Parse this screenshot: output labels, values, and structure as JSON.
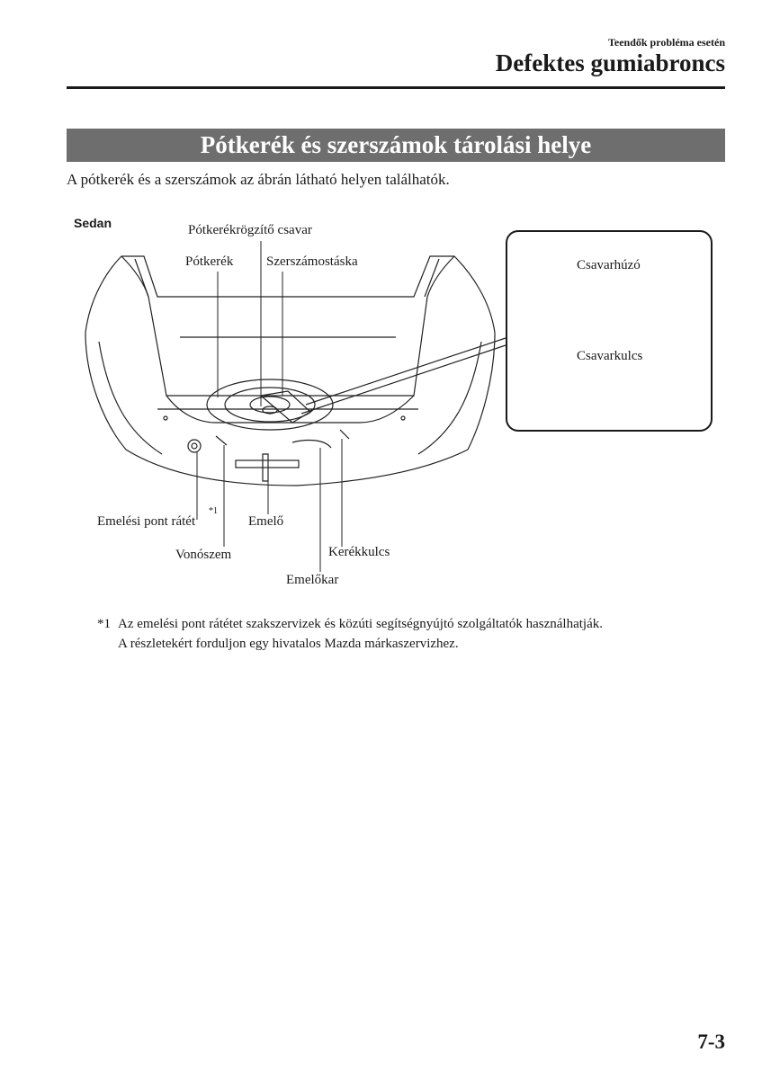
{
  "header": {
    "chapter": "Teendők probléma esetén",
    "title": "Defektes gumiabroncs"
  },
  "section": {
    "heading": "Pótkerék és szerszámok tárolási helye",
    "intro": "A pótkerék és a szerszámok az ábrán látható helyen találhatók."
  },
  "figure": {
    "label": "Sedan",
    "callouts": {
      "spare_bolt": "Pótkerékrögzítő csavar",
      "spare_tire": "Pótkerék",
      "tool_bag": "Szerszámostáska",
      "jack_pad": "Emelési pont rátét",
      "jack": "Emelő",
      "tow_hook": "Vonószem",
      "lug_wrench": "Kerékkulcs",
      "jack_handle": "Emelőkar"
    },
    "jack_pad_mark": "*1",
    "inset": {
      "screwdriver": "Csavarhúzó",
      "wrench": "Csavarkulcs"
    }
  },
  "footnote": {
    "mark": "*1",
    "line1": "Az emelési pont rátétet szakszervizek és közúti segítségnyújtó szolgáltatók használhatják.",
    "line2": "A részletekért forduljon egy hivatalos Mazda márkaszervizhez."
  },
  "page_number": "7-3"
}
